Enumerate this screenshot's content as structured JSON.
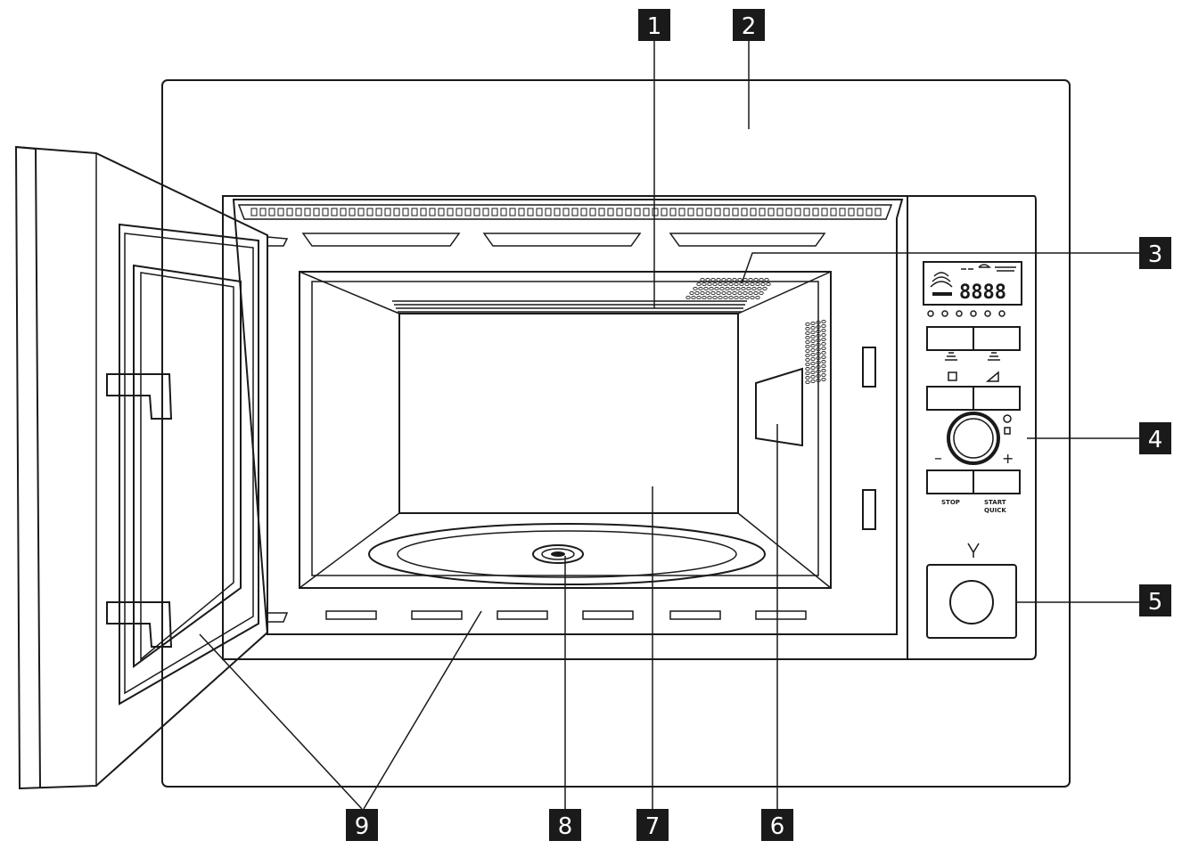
{
  "callouts": [
    {
      "id": "1",
      "label": "1"
    },
    {
      "id": "2",
      "label": "2"
    },
    {
      "id": "3",
      "label": "3"
    },
    {
      "id": "4",
      "label": "4"
    },
    {
      "id": "5",
      "label": "5"
    },
    {
      "id": "6",
      "label": "6"
    },
    {
      "id": "7",
      "label": "7"
    },
    {
      "id": "8",
      "label": "8"
    },
    {
      "id": "9",
      "label": "9"
    }
  ],
  "control_panel": {
    "display_digits": "8888",
    "minus_symbol": "–",
    "plus_symbol": "+",
    "stop_label": "STOP",
    "start_label_line1": "START",
    "start_label_line2": "QUICK"
  },
  "colors": {
    "ink": "#1a1a1a",
    "background": "#ffffff"
  }
}
